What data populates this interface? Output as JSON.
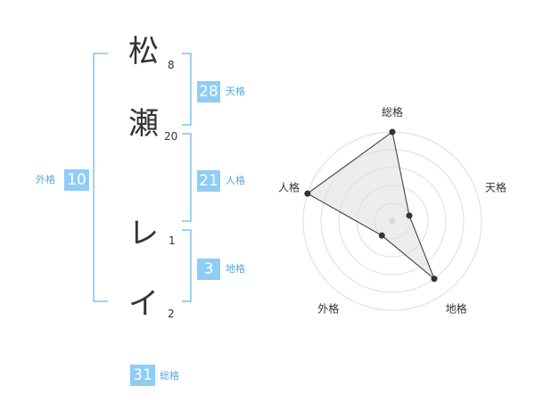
{
  "name": {
    "chars": [
      {
        "char": "松",
        "strokes": "8"
      },
      {
        "char": "瀬",
        "strokes": "20"
      },
      {
        "char": "レ",
        "strokes": "1"
      },
      {
        "char": "イ",
        "strokes": "2"
      }
    ]
  },
  "fortunes": {
    "tenkaku": {
      "label": "天格",
      "value": "28"
    },
    "jinkaku": {
      "label": "人格",
      "value": "21"
    },
    "chikaku": {
      "label": "地格",
      "value": "3"
    },
    "gaikaku": {
      "label": "外格",
      "value": "10"
    },
    "soukaku": {
      "label": "総格",
      "value": "31"
    }
  },
  "colors": {
    "accent": "#8fcdf5",
    "bracket": "#7dc3f0",
    "label": "#56a9e0",
    "radar_fill": "#eeeeee",
    "radar_line": "#333333"
  },
  "radar": {
    "axes": [
      "総格",
      "天格",
      "地格",
      "外格",
      "人格"
    ],
    "levels": 5,
    "values": [
      5,
      1,
      4,
      1,
      5
    ],
    "max": 5
  }
}
